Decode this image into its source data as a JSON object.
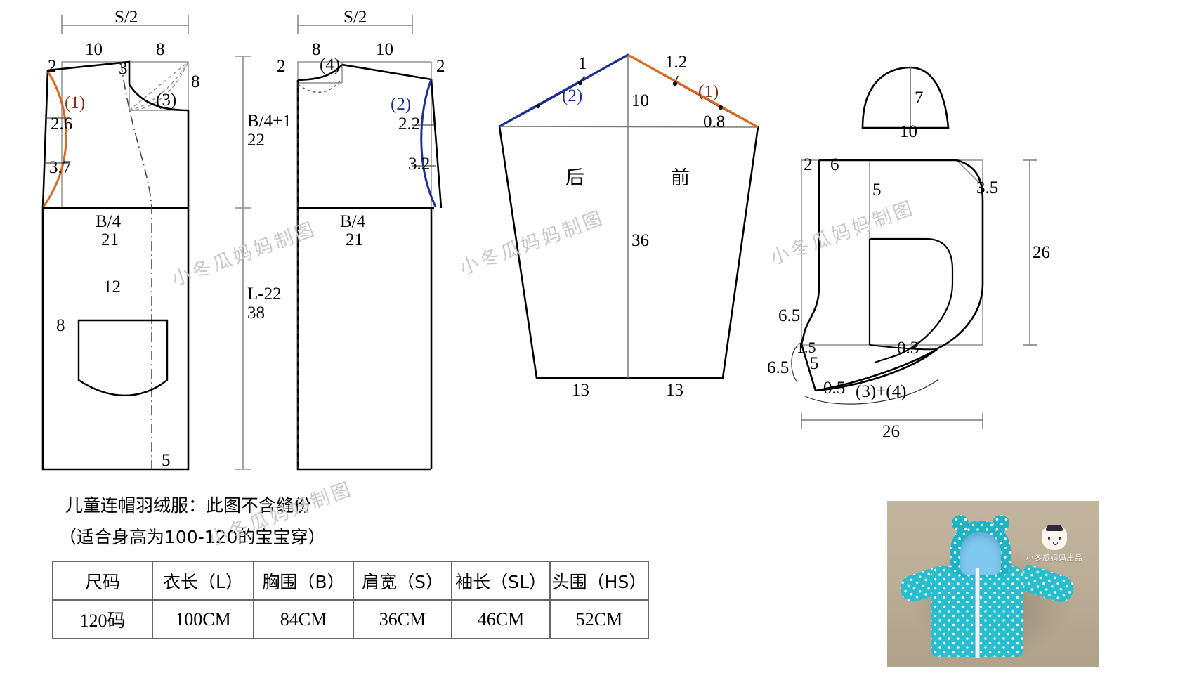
{
  "meta": {
    "watermark_text": "小冬瓜妈妈制图",
    "brand_text": "小冬瓜妈妈出品",
    "colors": {
      "outline": "#000000",
      "construction": "#808080",
      "accent_orange": "#e2661a",
      "accent_blue": "#1b2f9e",
      "label_red": "#8a2b15",
      "garment_teal": "#28bed0",
      "hood_lining": "#7fc8ef",
      "photo_floor": "#bdae97"
    }
  },
  "back_piece": {
    "title_width": "S/2",
    "shoulder_left": "10",
    "shoulder_right": "8",
    "neck_drop": "2",
    "shoulder_slope": "3",
    "armhole_depth": "8",
    "curve_label": "(1)",
    "curve_label_3": "(3)",
    "armhole_guide_1": "2.6",
    "armhole_guide_2": "3.7",
    "chest_label": "B/4",
    "chest_value": "21",
    "pocket_width": "12",
    "pocket_height": "8",
    "hem_mark": "5"
  },
  "front_piece": {
    "title_width": "S/2",
    "shoulder_left": "8",
    "shoulder_right": "10",
    "neck_drop_left": "2",
    "neck_drop_right": "2",
    "neck_label": "(4)",
    "curve_label": "(2)",
    "armhole_guide_1": "2.2",
    "armhole_guide_2": "3.2",
    "chest_label": "B/4",
    "chest_value": "21"
  },
  "vertical_dims": {
    "upper_label": "B/4+1",
    "upper_value": "22",
    "lower_label": "L-22",
    "lower_value": "38"
  },
  "sleeve": {
    "back_label": "后",
    "front_label": "前",
    "cap_height": "10",
    "sleeve_length": "36",
    "back_cap_offset": "1",
    "front_cap_offset": "1.2",
    "front_cap_offset_low": "0.8",
    "back_curve_label": "(2)",
    "front_curve_label": "(1)",
    "cuff_back": "13",
    "cuff_front": "13"
  },
  "hood_top": {
    "height": "7",
    "width": "10"
  },
  "hood": {
    "top_seg_1": "2",
    "top_seg_2": "6",
    "inner_drop": "5",
    "corner_bevel": "3.5",
    "right_height": "26",
    "bottom_width": "26",
    "left_upper": "6.5",
    "left_lower": "6.5",
    "neck_rise": "1.5",
    "neck_seg": "5",
    "front_dip": "0.3",
    "bottom_offset": "0.5",
    "seam_note": "(3)+(4)"
  },
  "caption": {
    "line1": "儿童连帽羽绒服：此图不含缝份",
    "line2": "（适合身高为100-120的宝宝穿）"
  },
  "spec_table": {
    "headers": [
      "尺码",
      "衣长（L）",
      "胸围（B）",
      "肩宽（S）",
      "袖长（SL）",
      "头围（HS）"
    ],
    "rows": [
      [
        "120码",
        "100CM",
        "84CM",
        "36CM",
        "46CM",
        "52CM"
      ]
    ]
  }
}
